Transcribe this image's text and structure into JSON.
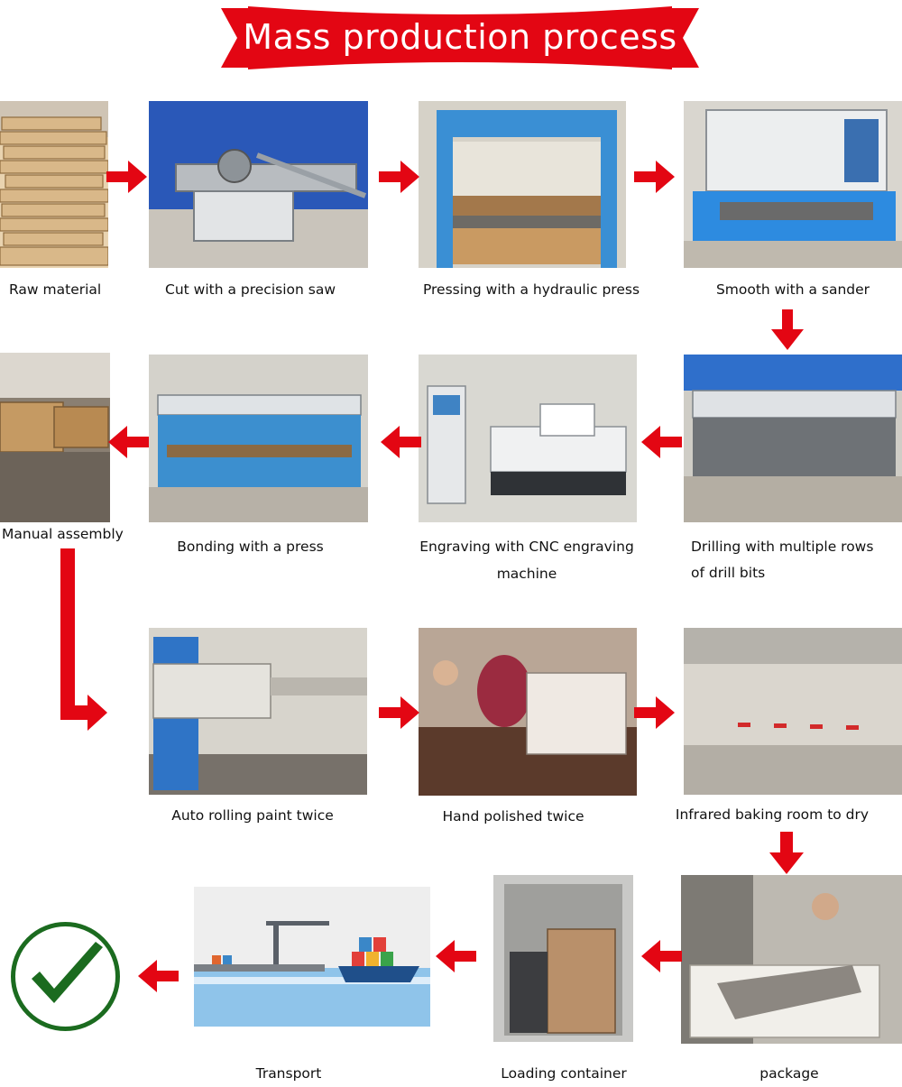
{
  "title": "Mass production process",
  "colors": {
    "accent": "#e30613",
    "checkmark": "#1b6b1f"
  },
  "steps": {
    "raw_material": "Raw material",
    "cut": "Cut with a precision saw",
    "pressing": "Pressing with a hydraulic press",
    "smooth": "Smooth with a sander",
    "drilling_1": "Drilling with multiple rows",
    "drilling_2": "of drill bits",
    "engraving_1": "Engraving with CNC engraving",
    "engraving_2": "machine",
    "bonding": "Bonding with a press",
    "assembly": "Manual assembly",
    "paint": "Auto rolling paint twice",
    "polish": "Hand polished twice",
    "baking": "Infrared baking room to dry",
    "package": "package",
    "loading": "Loading container",
    "transport": "Transport"
  }
}
